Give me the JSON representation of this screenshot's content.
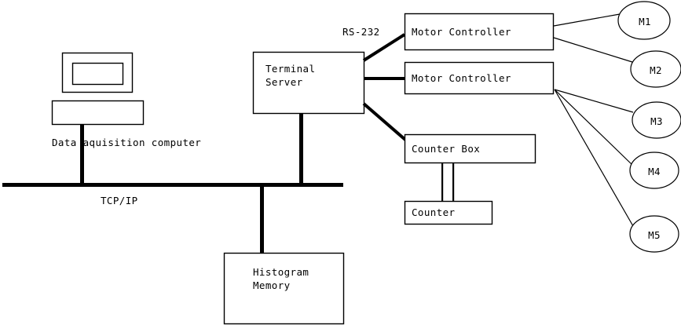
{
  "diagram": {
    "title": "Data acquisition system block diagram",
    "stroke_color": "#000000",
    "background_color": "#ffffff",
    "bus": {
      "name": "TCP/IP",
      "label": "TCP/IP"
    },
    "nodes": {
      "computer": {
        "label": "Data aquisition computer",
        "monitor": "monitor-outline",
        "screen": "monitor-screen",
        "base": "computer-base"
      },
      "terminal_server": {
        "label_line1": "Terminal",
        "label_line2": "Server"
      },
      "motor_controller_1": {
        "label": "Motor Controller"
      },
      "motor_controller_2": {
        "label": "Motor Controller"
      },
      "counter_box": {
        "label": "Counter Box"
      },
      "counter": {
        "label": "Counter"
      },
      "histogram_memory": {
        "label_line1": "Histogram",
        "label_line2": "Memory"
      }
    },
    "links": {
      "rs232": {
        "label": "RS-232"
      }
    },
    "motors": [
      {
        "label": "M1"
      },
      {
        "label": "M2"
      },
      {
        "label": "M3"
      },
      {
        "label": "M4"
      },
      {
        "label": "M5"
      }
    ]
  }
}
